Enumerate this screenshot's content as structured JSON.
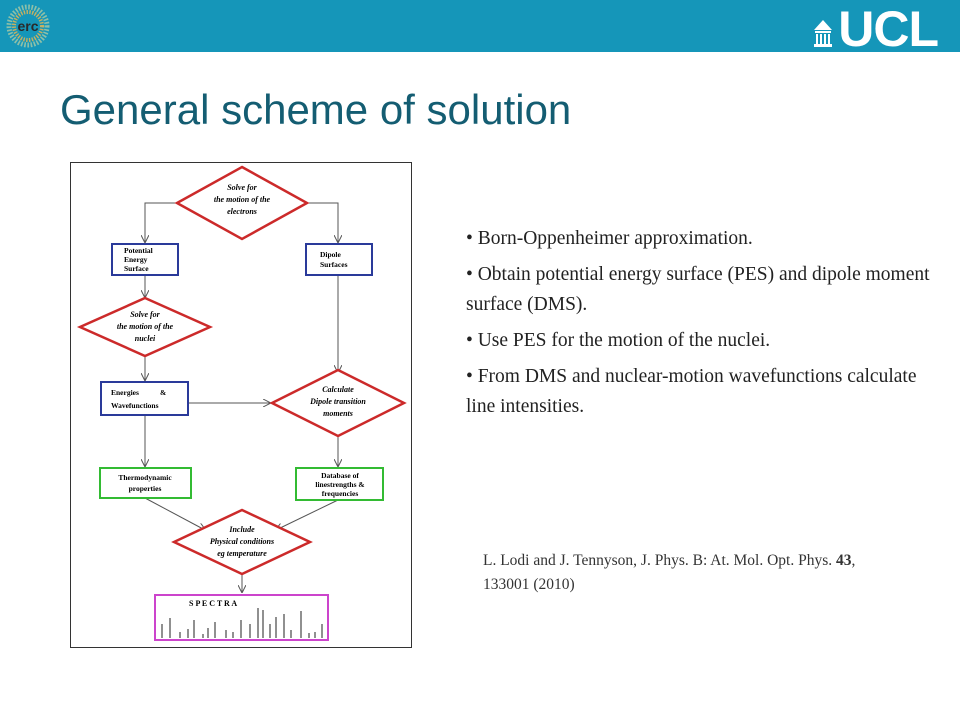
{
  "header": {
    "left_logo": "erc",
    "right_logo": "UCL",
    "colors": {
      "bar": "#1596b9",
      "title": "#145d72"
    }
  },
  "slide": {
    "title": "General scheme of solution",
    "bullets": [
      "Born-Oppenheimer approximation.",
      "Obtain potential energy surface (PES) and dipole moment surface (DMS).",
      "Use PES for the motion of  the nuclei.",
      "From DMS and nuclear-motion wavefunctions calculate line intensities."
    ],
    "reference": {
      "prefix": "L. Lodi and J. Tennyson, J. Phys. B: At. Mol. Opt. Phys. ",
      "volume": "43",
      "suffix": ", 133001 (2010)"
    }
  },
  "flowchart": {
    "solve_electrons": [
      "Solve for",
      "the motion of the",
      "electrons"
    ],
    "pes": [
      "Potential",
      "Energy",
      "Surface"
    ],
    "dipole_surfaces": [
      "Dipole",
      "Surfaces"
    ],
    "solve_nuclei": [
      "Solve for",
      "the motion of  the",
      "nuclei"
    ],
    "energies": [
      "Energies",
      "&",
      "Wavefunctions"
    ],
    "calc_dipole": [
      "Calculate",
      "Dipole transition",
      "moments"
    ],
    "thermo": [
      "Thermodynamic",
      "properties"
    ],
    "database": [
      "Database of",
      "linestrengths &",
      "frequencies"
    ],
    "include": [
      "Include",
      "Physical conditions",
      "eg temperature"
    ],
    "spectra_label": "S P E C T R A",
    "colors": {
      "diamond": "#cc2a2a",
      "blue_box": "#2a3a9a",
      "green_box": "#33bb33",
      "spectra_box": "#cc44cc",
      "arrow": "#555555"
    }
  }
}
